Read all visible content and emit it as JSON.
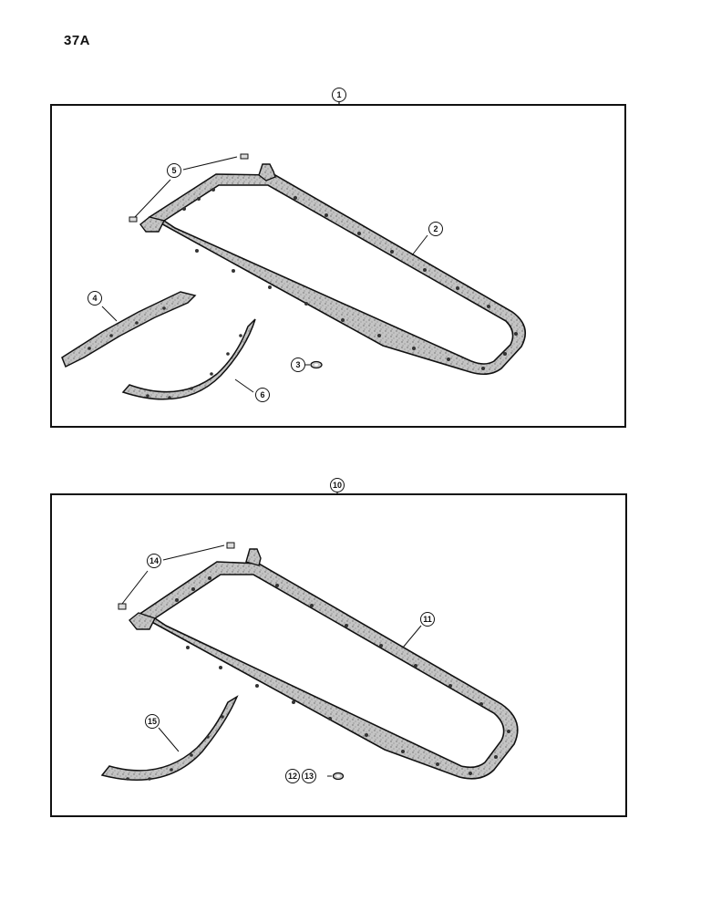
{
  "page": {
    "number": "37A"
  },
  "assemblies": [
    {
      "label": "1",
      "callouts": {
        "p2": "2",
        "p3": "3",
        "p4": "4",
        "p5": "5",
        "p6": "6"
      }
    },
    {
      "label": "10",
      "callouts": {
        "p11": "11",
        "p12": "12",
        "p13": "13",
        "p14": "14",
        "p15": "15"
      }
    }
  ],
  "colors": {
    "ink": "#111111",
    "gasket_fill": "#b9b9b9",
    "paper": "#ffffff"
  }
}
